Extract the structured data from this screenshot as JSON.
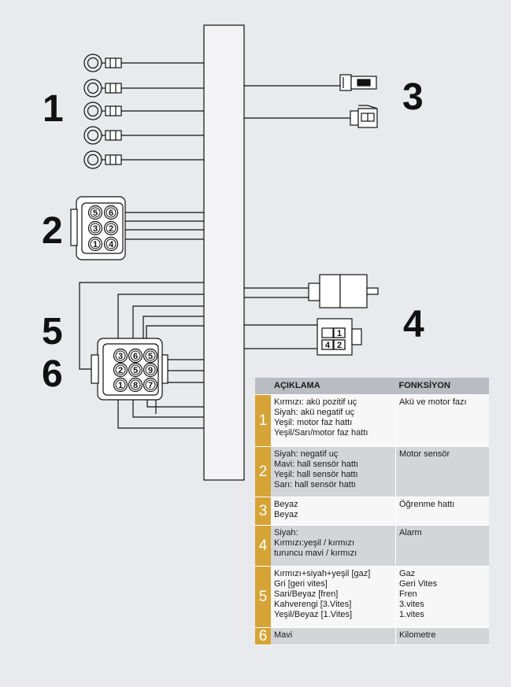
{
  "big_labels": [
    "1",
    "2",
    "3",
    "4",
    "5",
    "6"
  ],
  "connector2_pins": [
    "5",
    "6",
    "3",
    "2",
    "1",
    "4"
  ],
  "connector4_pins": [
    "1",
    "4",
    "2"
  ],
  "connector56_pins": [
    "3",
    "6",
    "5",
    "2",
    "5",
    "9",
    "1",
    "8",
    "7"
  ],
  "table": {
    "header": {
      "num": "",
      "desc": "AÇIKLAMA",
      "func": "FONKSİYON"
    },
    "rows": [
      {
        "num": "1",
        "desc": [
          "Kırmızı: akü pozitif uç",
          "Siyah: akü negatif uç",
          "Yeşil: motor faz hattı",
          "Yeşil/Sarı/motor faz hattı"
        ],
        "func": [
          "Akü ve motor fazı"
        ]
      },
      {
        "num": "2",
        "desc": [
          "Siyah: negatif uç",
          "Mavi: hall sensör hattı",
          "Yeşil: hall sensör hattı",
          "Sarı: hall sensör hattı"
        ],
        "func": [
          "Motor sensör"
        ]
      },
      {
        "num": "3",
        "desc": [
          "Beyaz",
          "Beyaz"
        ],
        "func": [
          "Öğrenme hattı"
        ]
      },
      {
        "num": "4",
        "desc": [
          "Siyah:",
          "Kırmızı:yeşil / kırmızı",
          "turuncu mavi / kırmızı"
        ],
        "func": [
          "Alarm"
        ]
      },
      {
        "num": "5",
        "desc": [
          "Kırmızı+siyah+yeşil [gaz]",
          "Gri [geri vites]",
          "Sari/Beyaz [fren]",
          "Kahverengi [3.Vites]",
          "Yeşil/Beyaz [1.Vites]"
        ],
        "func": [
          "Gaz",
          "Geri Vites",
          "Fren",
          "3.vites",
          "1.vites"
        ]
      },
      {
        "num": "6",
        "desc": [
          "Mavi"
        ],
        "func": [
          "Kilometre"
        ]
      }
    ]
  }
}
